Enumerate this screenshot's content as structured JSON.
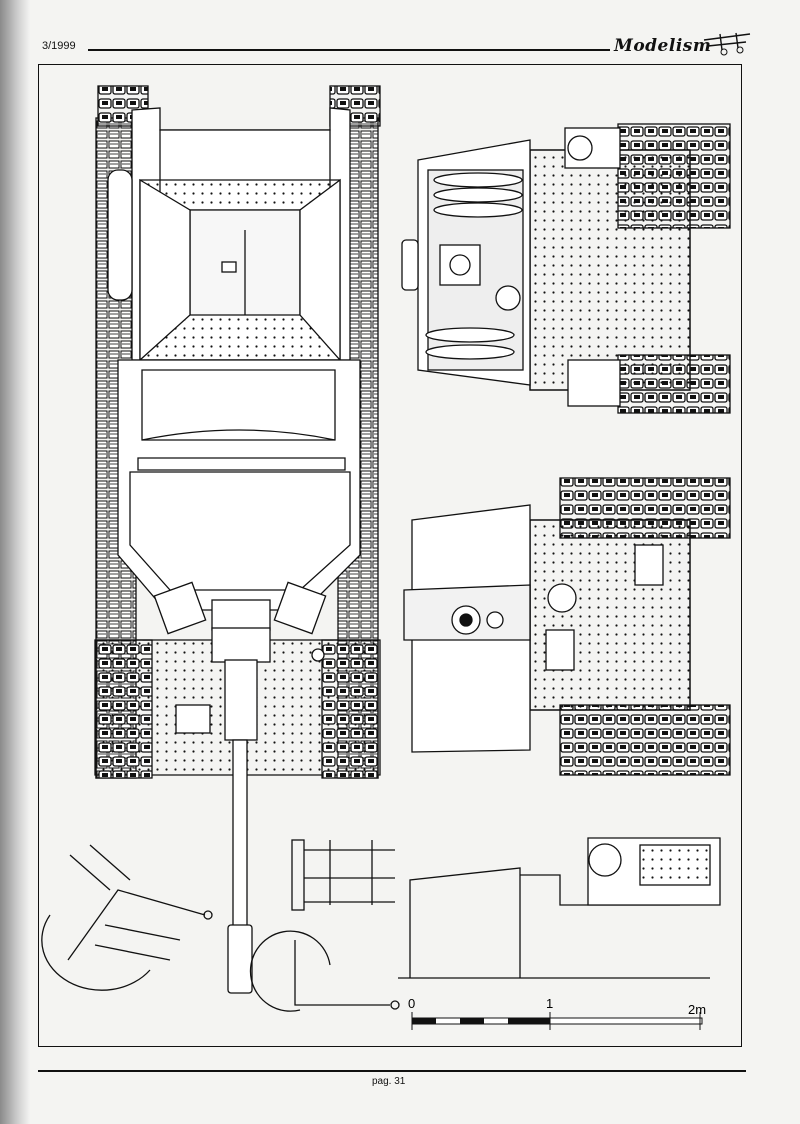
{
  "header": {
    "issue": "3/1999",
    "magazine": "Modelism"
  },
  "scale_bar": {
    "label_start": "0",
    "label_mid": "1",
    "label_end": "2m"
  },
  "footer": {
    "page": "pag. 31"
  }
}
